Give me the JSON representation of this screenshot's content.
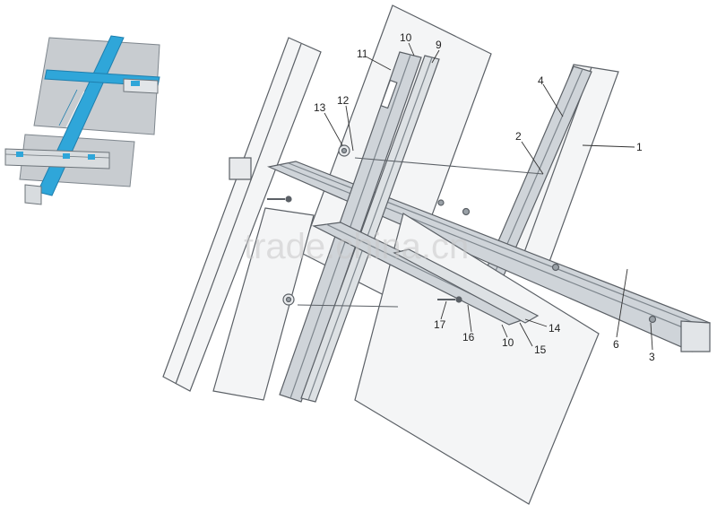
{
  "watermark": "trade.china.cn",
  "callouts": [
    {
      "id": "c1",
      "text": "1"
    },
    {
      "id": "c2",
      "text": "2"
    },
    {
      "id": "c3",
      "text": "3"
    },
    {
      "id": "c4",
      "text": "4"
    },
    {
      "id": "c6",
      "text": "6"
    },
    {
      "id": "c9",
      "text": "9"
    },
    {
      "id": "c10a",
      "text": "10"
    },
    {
      "id": "c10b",
      "text": "10"
    },
    {
      "id": "c11",
      "text": "11"
    },
    {
      "id": "c12",
      "text": "12"
    },
    {
      "id": "c13",
      "text": "13"
    },
    {
      "id": "c14",
      "text": "14"
    },
    {
      "id": "c15",
      "text": "15"
    },
    {
      "id": "c16",
      "text": "16"
    },
    {
      "id": "c17",
      "text": "17"
    }
  ],
  "colors": {
    "panel_fill": "#f4f5f6",
    "panel_stroke": "#5b6066",
    "profile_fill": "#cfd4d9",
    "profile_dark": "#7e868d",
    "accent_blue": "#2fa6d9",
    "inset_panel": "#c8ccd0"
  }
}
